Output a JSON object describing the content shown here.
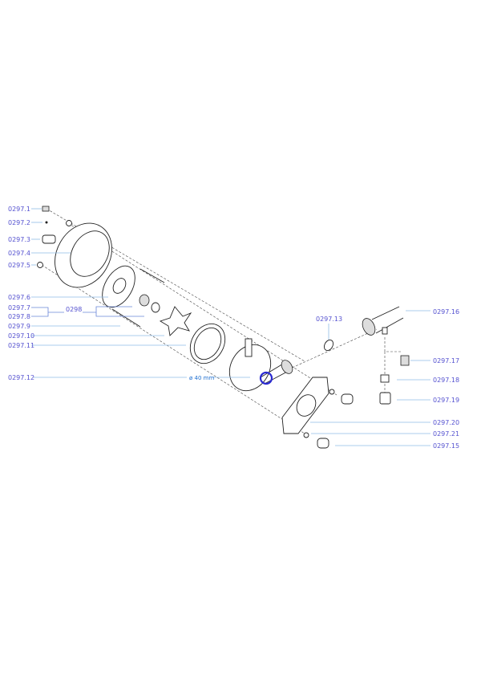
{
  "diagram": {
    "left_labels": [
      "0297.1",
      "0297.2",
      "0297.3",
      "0297.4",
      "0297.5",
      "0297.6",
      "0297.7",
      "0297.8",
      "0297.9",
      "0297.10",
      "0297.11",
      "0297.12"
    ],
    "group_label": "0298",
    "dimension": "ø 40 mm",
    "right_labels": {
      "p13": "0297.13",
      "p16": "0297.16",
      "p17": "0297.17",
      "p18": "0297.18",
      "p19": "0297.19",
      "p20": "0297.20",
      "p21": "0297.21",
      "p15": "0297.15"
    },
    "highlight_color": "#2a2ad0"
  }
}
